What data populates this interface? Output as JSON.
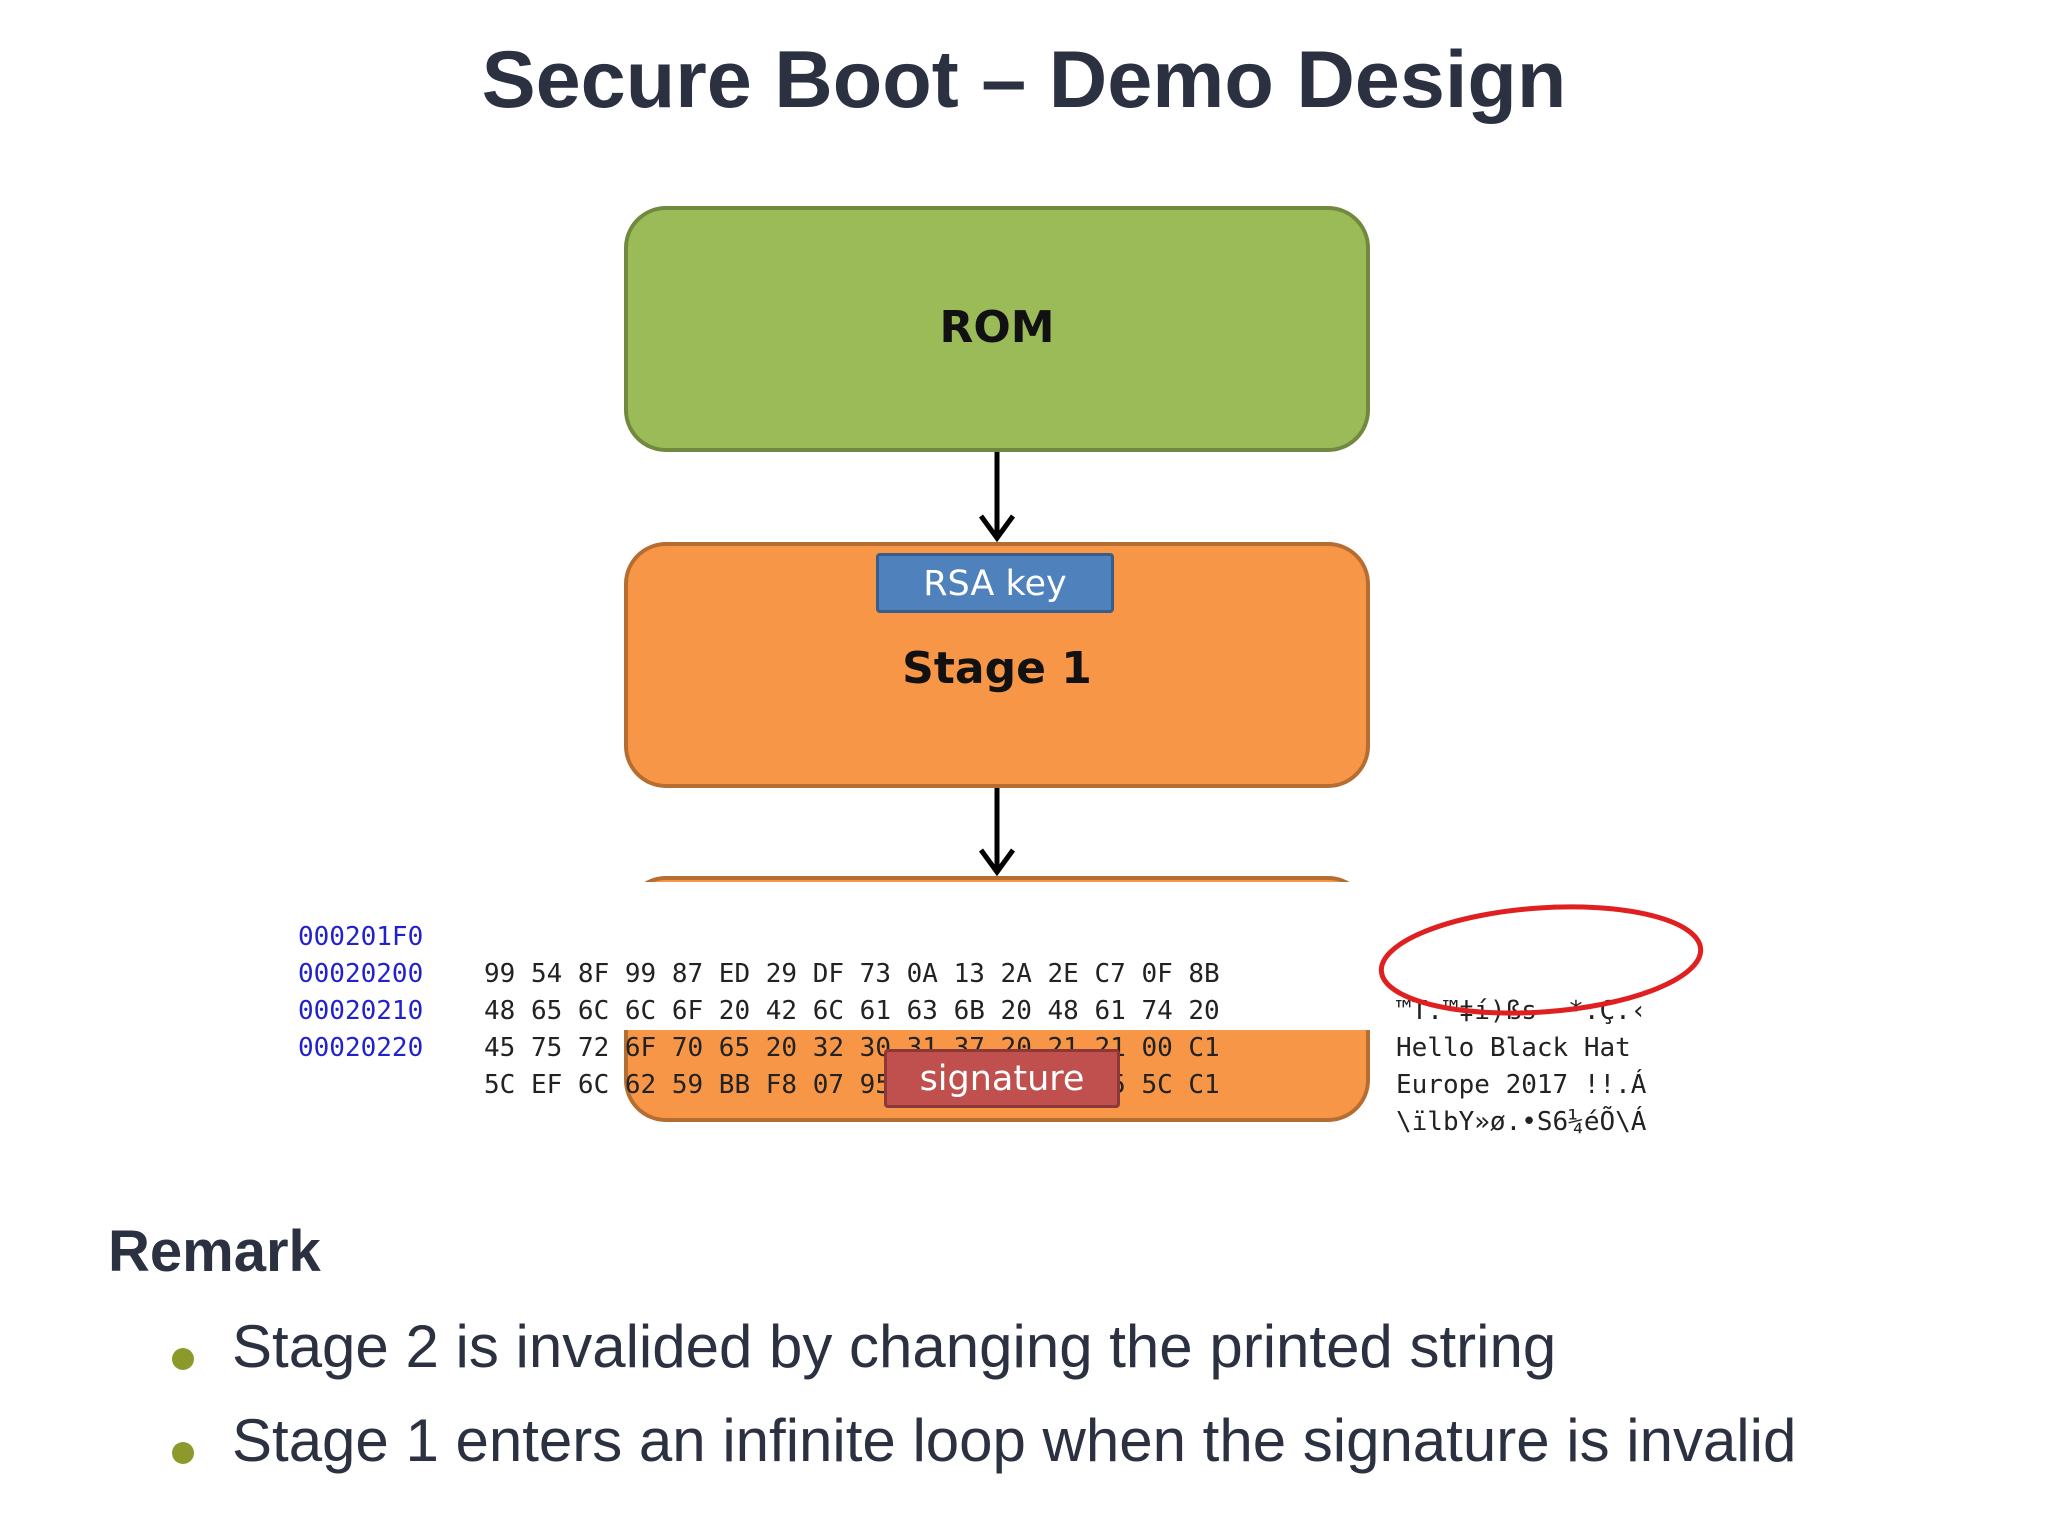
{
  "title": "Secure Boot – Demo Design",
  "diagram": {
    "rom_label": "ROM",
    "stage1_label": "Stage 1",
    "rsa_key_label": "RSA key",
    "signature_label": "signature",
    "colors": {
      "rom": "#9bbb59",
      "stage": "#f79646",
      "rsa_key": "#4f81bd",
      "signature": "#c0504d",
      "highlight_ellipse": "#e02020",
      "hex_address": "#2222cc"
    }
  },
  "hexdump": {
    "rows": [
      {
        "address": "000201F0",
        "bytes": "99 54 8F 99 87 ED 29 DF 73 0A 13 2A 2E C7 0F 8B",
        "ascii": "™T.™‡í)ßs  *.Ç.‹"
      },
      {
        "address": "00020200",
        "bytes": "48 65 6C 6C 6F 20 42 6C 61 63 6B 20 48 61 74 20",
        "ascii": "Hello Black Hat "
      },
      {
        "address": "00020210",
        "bytes": "45 75 72 6F 70 65 20 32 30 31 37 20 21 21 00 C1",
        "ascii": "Europe 2017 !!.Á"
      },
      {
        "address": "00020220",
        "bytes": "5C EF 6C 62 59 BB F8 07 95 53 36 BC E9 D5 5C C1",
        "ascii": "\\ïlbY»ø.•S6¼éÕ\\Á"
      }
    ]
  },
  "remark": {
    "heading": "Remark",
    "bullets": [
      "Stage 2 is invalided by changing the printed string",
      "Stage 1 enters an infinite loop when the signature is invalid"
    ]
  }
}
